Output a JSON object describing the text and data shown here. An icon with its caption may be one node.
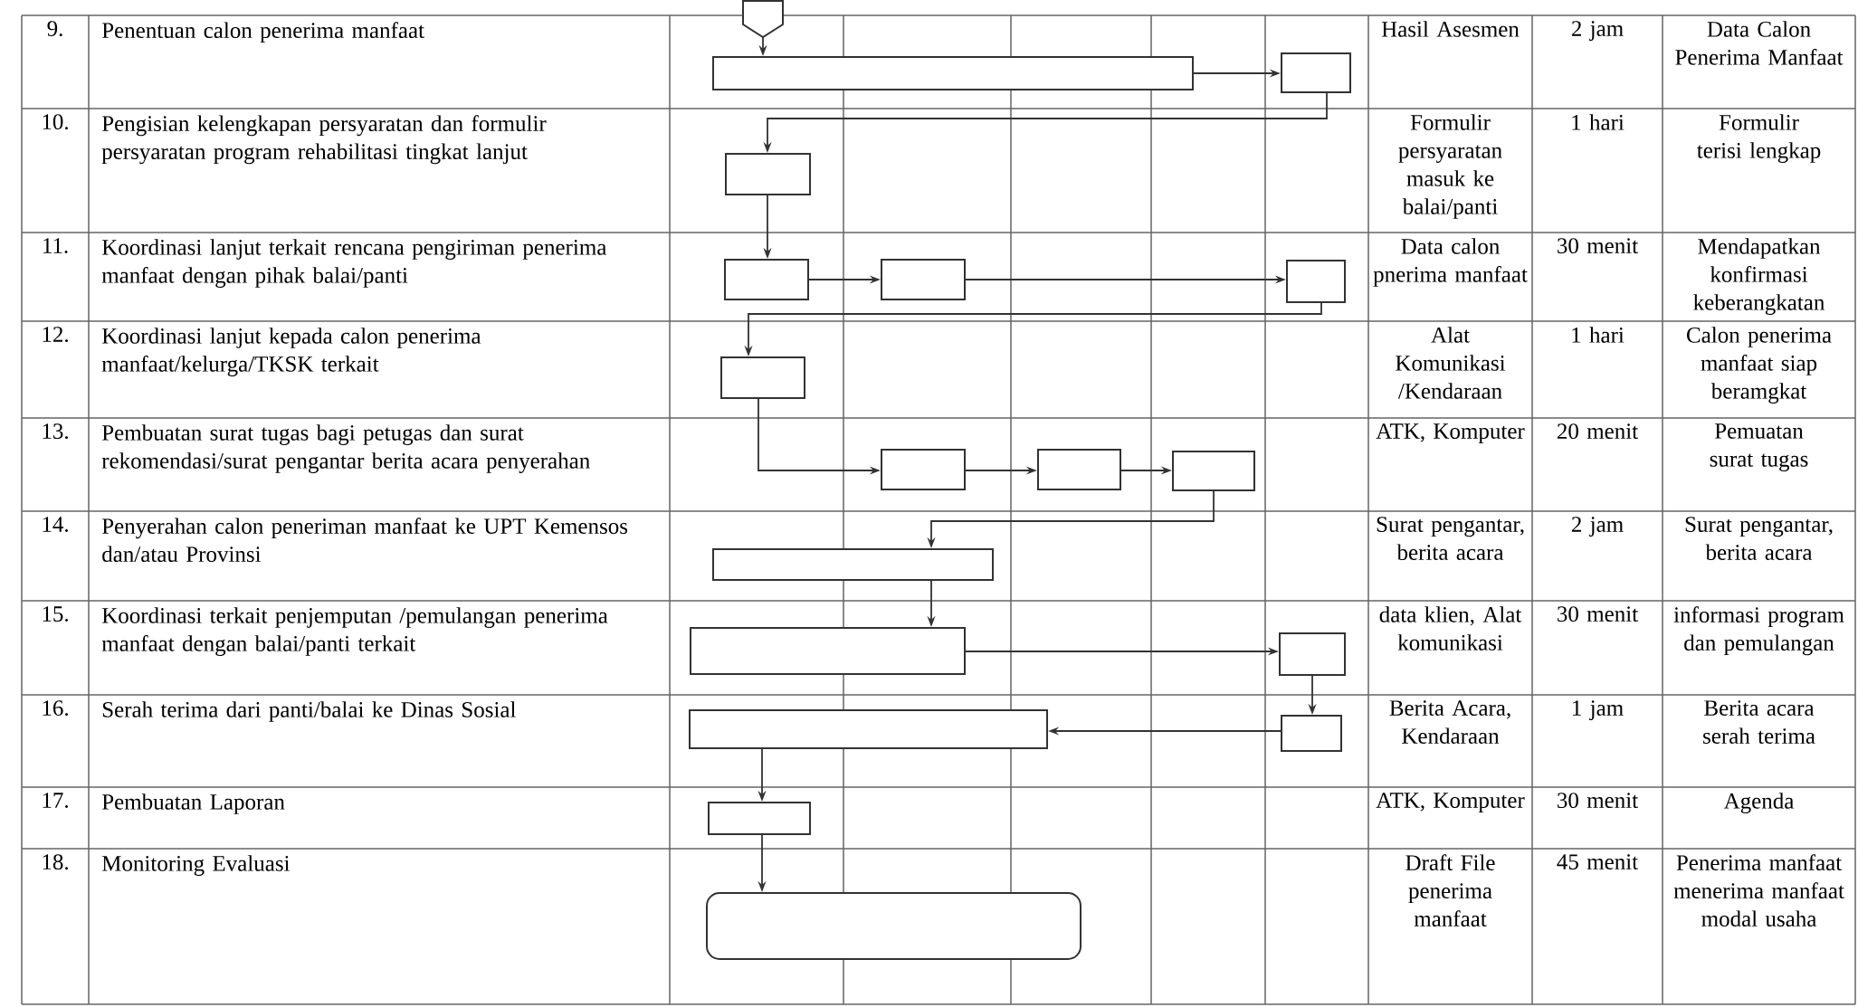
{
  "diagram": {
    "nodes": [
      {
        "text": [],
        "shape": "pentagon"
      },
      {
        "text": [],
        "shape": "box"
      },
      {
        "text": [],
        "shape": "box"
      },
      {
        "text": [],
        "shape": "box"
      },
      {
        "text": [],
        "shape": "box"
      },
      {
        "text": [],
        "shape": "box"
      },
      {
        "text": [],
        "shape": "box"
      },
      {
        "text": [],
        "shape": "box"
      },
      {
        "text": [],
        "shape": "box"
      },
      {
        "text": [],
        "shape": "box"
      },
      {
        "text": [],
        "shape": "box"
      },
      {
        "text": [],
        "shape": "box"
      },
      {
        "text": [],
        "shape": "box"
      },
      {
        "text": [],
        "shape": "box"
      },
      {
        "text": [],
        "shape": "box"
      },
      {
        "text": [],
        "shape": "box"
      },
      {
        "text": [],
        "shape": "box"
      },
      {
        "text": [],
        "shape": "terminator"
      }
    ],
    "edges": [
      {
        "from": 0,
        "to": 1,
        "arrow": "to"
      },
      {
        "from": 1,
        "to": 2,
        "arrow": "to"
      },
      {
        "from": 2,
        "to": 3,
        "arrow": "to"
      },
      {
        "from": 3,
        "to": 4,
        "arrow": "to"
      },
      {
        "from": 4,
        "to": 5,
        "arrow": "to"
      },
      {
        "from": 5,
        "to": 6,
        "arrow": "to"
      },
      {
        "from": 6,
        "to": 7,
        "arrow": "to"
      },
      {
        "from": 7,
        "to": 8,
        "arrow": "to"
      },
      {
        "from": 8,
        "to": 9,
        "arrow": "to"
      },
      {
        "from": 9,
        "to": 10,
        "arrow": "to"
      },
      {
        "from": 10,
        "to": 11,
        "arrow": "to"
      },
      {
        "from": 11,
        "to": 12,
        "arrow": "to"
      },
      {
        "from": 12,
        "to": 13,
        "arrow": "to"
      },
      {
        "from": 13,
        "to": 14,
        "arrow": "to"
      },
      {
        "from": 14,
        "to": 15,
        "arrow": "to"
      },
      {
        "from": 15,
        "to": 16,
        "arrow": "to"
      },
      {
        "from": 16,
        "to": 17,
        "arrow": "to"
      }
    ],
    "labels": [
      "9.",
      "Penentuan calon penerima manfaat",
      "Hasil Asesmen",
      "2 jam",
      "Data Calon Penerima Manfaat",
      "10.",
      "Pengisian kelengkapan persyaratan dan formulir persyaratan program rehabilitasi tingkat lanjut",
      "Formulir persyaratan masuk ke balai/panti",
      "1 hari",
      "Formulir terisi lengkap",
      "11.",
      "Koordinasi lanjut terkait rencana pengiriman penerima manfaat dengan pihak balai/panti",
      "Data calon pnerima manfaat",
      "30 menit",
      "Mendapatkan konfirmasi keberangkatan",
      "12.",
      "Koordinasi lanjut kepada calon penerima manfaat/kelurga/TKSK terkait",
      "Alat Komunikasi /Kendaraan",
      "1 hari",
      "Calon penerima manfaat siap beramgkat",
      "13.",
      "Pembuatan surat tugas bagi petugas dan surat rekomendasi/surat pengantar berita acara penyerahan",
      "ATK, Komputer",
      "20 menit",
      "Pemuatan surat tugas",
      "14.",
      "Penyerahan calon peneriman manfaat ke UPT Kemensos dan/atau Provinsi",
      "Surat pengantar, berita acara",
      "2 jam",
      "Surat pengantar, berita acara",
      "15.",
      "Koordinasi terkait penjemputan /pemulangan penerima manfaat dengan balai/panti terkait",
      "data klien, Alat komunikasi",
      "30 menit",
      "informasi program dan pemulangan",
      "16.",
      "Serah terima dari panti/balai ke Dinas Sosial",
      "Berita Acara, Kendaraan",
      "1 jam",
      "Berita acara serah terima",
      "17.",
      "Pembuatan Laporan",
      "ATK, Komputer",
      "30 menit",
      "Agenda",
      "18.",
      "Monitoring Evaluasi",
      "Draft File penerima manfaat",
      "45 menit",
      "Penerima manfaat menerima manfaat modal usaha"
    ]
  }
}
